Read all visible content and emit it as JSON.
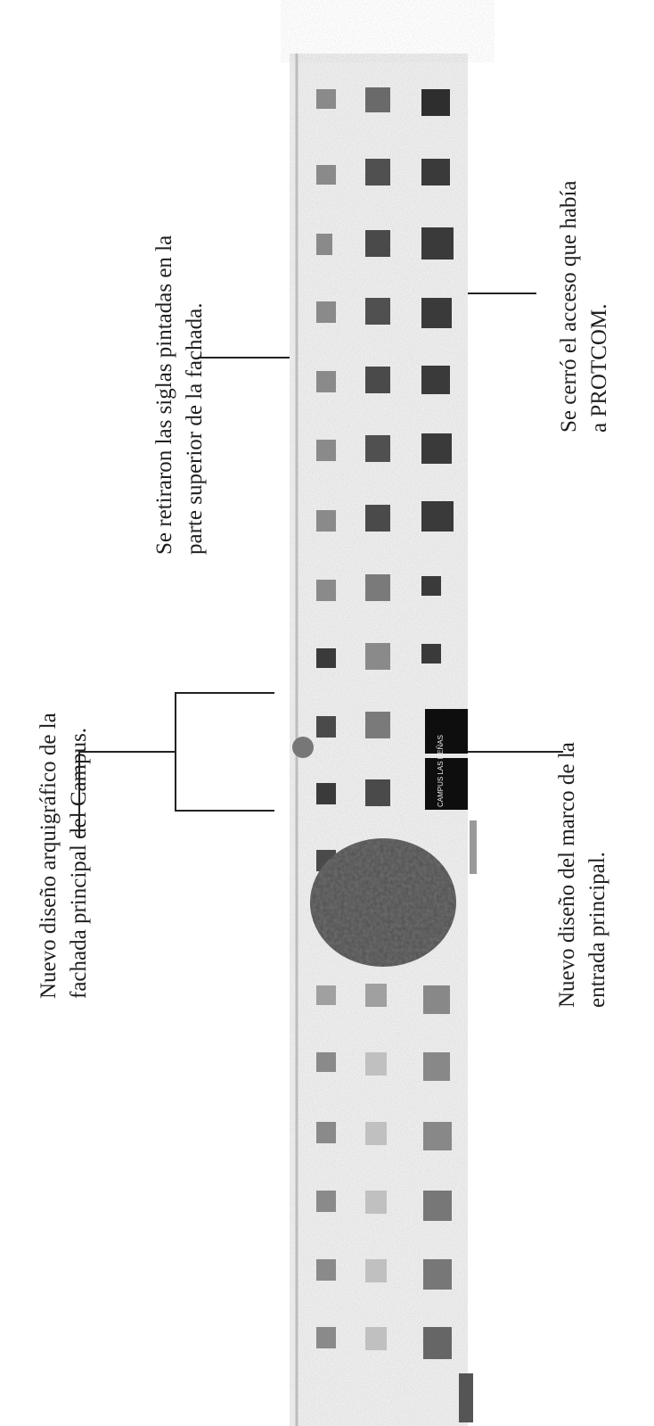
{
  "annotations": {
    "fachada": {
      "line1": "Nuevo diseño arquigráfico de la",
      "line2": "fachada principal del Campus."
    },
    "siglas": {
      "line1": "Se retiraron  las siglas pintadas en la",
      "line2": "parte superior de la fachada."
    },
    "marco": {
      "line1": "Nuevo diseño del  marco de la",
      "line2": "entrada principal."
    },
    "protcom": {
      "line1": "Se cerró el acceso que había",
      "line2": "a PROTCOM."
    }
  },
  "photo": {
    "sign_text": "CAMPUS LAS PEÑAS"
  }
}
